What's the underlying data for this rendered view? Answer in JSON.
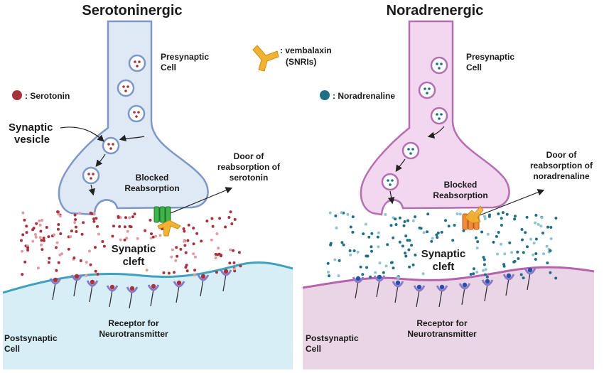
{
  "colors": {
    "serotonin": "#a8323c",
    "noradrenaline": "#1f6f86",
    "drug": "#f2b233",
    "sero_cell_fill": "#dfe9f6",
    "sero_cell_stroke": "#7d97c6",
    "nora_cell_fill": "#f3d6f0",
    "nora_cell_stroke": "#b36fb0",
    "sero_post_fill": "#d7eef6",
    "sero_post_stroke": "#3fa1bd",
    "nora_post_fill": "#ead5e6",
    "nora_post_stroke": "#b563ad"
  },
  "drug": {
    "label_line1": ": vembalaxin",
    "label_line2": "(SNRIs)",
    "icon": "drug-icon"
  },
  "left": {
    "title": "Serotoninergic",
    "legend": ": Serotonin",
    "presynaptic_line1": "Presynaptic",
    "presynaptic_line2": "Cell",
    "vesicle_line1": "Synaptic",
    "vesicle_line2": "vesicle",
    "blocked_line1": "Blocked",
    "blocked_line2": "Reabsorption",
    "door_line1": "Door of",
    "door_line2": "reabsorption of",
    "door_line3": "serotonin",
    "cleft_line1": "Synaptic",
    "cleft_line2": "cleft",
    "receptor_line1": "Receptor for",
    "receptor_line2": "Neurotransmitter",
    "post_line1": "Postsynaptic",
    "post_line2": "Cell"
  },
  "right": {
    "title": "Noradrenergic",
    "legend": ": Noradrenaline",
    "presynaptic_line1": "Presynaptic",
    "presynaptic_line2": "Cell",
    "blocked_line1": "Blocked",
    "blocked_line2": "Reabsorption",
    "door_line1": "Door of",
    "door_line2": "reabsorption of",
    "door_line3": "noradrenaline",
    "cleft_line1": "Synaptic",
    "cleft_line2": "cleft",
    "receptor_line1": "Receptor for",
    "receptor_line2": "Neurotransmitter",
    "post_line1": "Postsynaptic",
    "post_line2": "Cell"
  }
}
